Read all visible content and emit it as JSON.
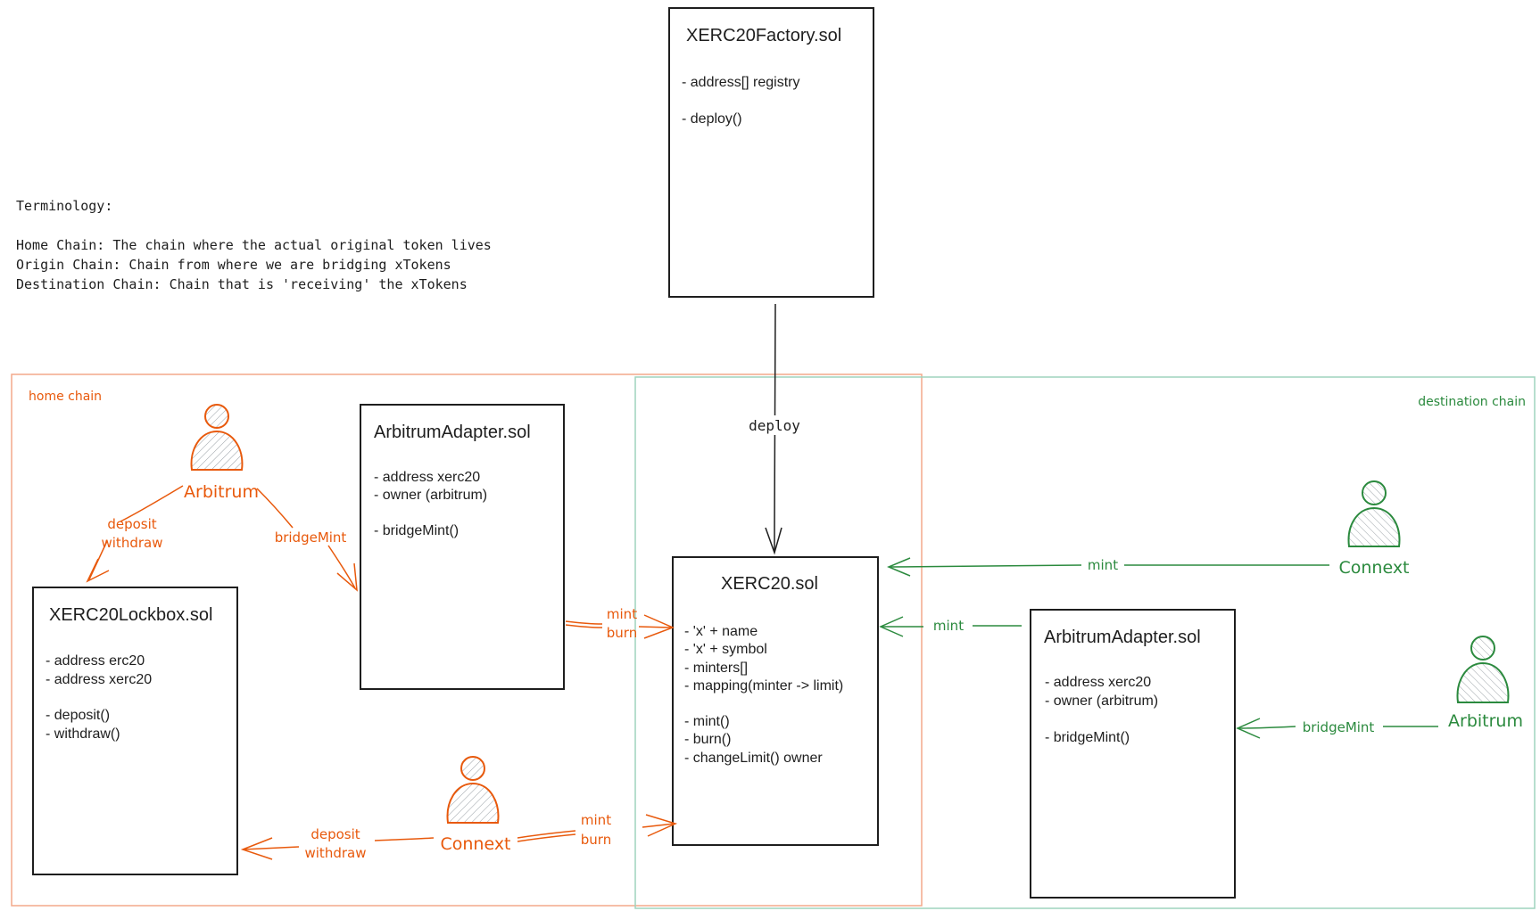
{
  "terminology": {
    "heading": "Terminology:",
    "lines": [
      "Home Chain: The chain where the actual original token lives",
      "Origin Chain: Chain from where we are bridging xTokens",
      "Destination Chain: Chain that is 'receiving' the xTokens"
    ]
  },
  "regions": {
    "home_label": "home chain",
    "destination_label": "destination chain",
    "colors": {
      "home": "#e8590c",
      "destination": "#2b8a3e"
    }
  },
  "boxes": {
    "factory": {
      "title": "XERC20Factory.sol",
      "lines": [
        "- address[] registry",
        "",
        "- deploy()"
      ]
    },
    "xerc20": {
      "title": "XERC20.sol",
      "lines": [
        "- 'x' + name",
        "- 'x' + symbol",
        "- minters[]",
        "- mapping(minter -> limit)",
        "",
        "- mint()",
        "- burn()",
        "- changeLimit() owner"
      ]
    },
    "lockbox": {
      "title": "XERC20Lockbox.sol",
      "lines": [
        "- address erc20",
        "- address xerc20",
        "",
        "- deposit()",
        "- withdraw()"
      ]
    },
    "adapter_home": {
      "title": "ArbitrumAdapter.sol",
      "lines": [
        "- address xerc20",
        "- owner (arbitrum)",
        "",
        "- bridgeMint()"
      ]
    },
    "adapter_dest": {
      "title": "ArbitrumAdapter.sol",
      "lines": [
        "- address xerc20",
        "- owner (arbitrum)",
        "",
        "- bridgeMint()"
      ]
    }
  },
  "actors": {
    "arbitrum_home": "Arbitrum",
    "connext_home": "Connext",
    "connext_dest": "Connext",
    "arbitrum_dest": "Arbitrum"
  },
  "edge_labels": {
    "deploy": "deploy",
    "arb_home_deposit": [
      "deposit",
      "withdraw"
    ],
    "arb_home_bridgemint": "bridgeMint",
    "adapter_home_mintburn": [
      "mint",
      "burn"
    ],
    "connext_home_deposit": [
      "deposit",
      "withdraw"
    ],
    "connext_home_mintburn": [
      "mint",
      "burn"
    ],
    "connext_dest_mint": "mint",
    "adapter_dest_mint": "mint",
    "arb_dest_bridgemint": "bridgeMint"
  }
}
